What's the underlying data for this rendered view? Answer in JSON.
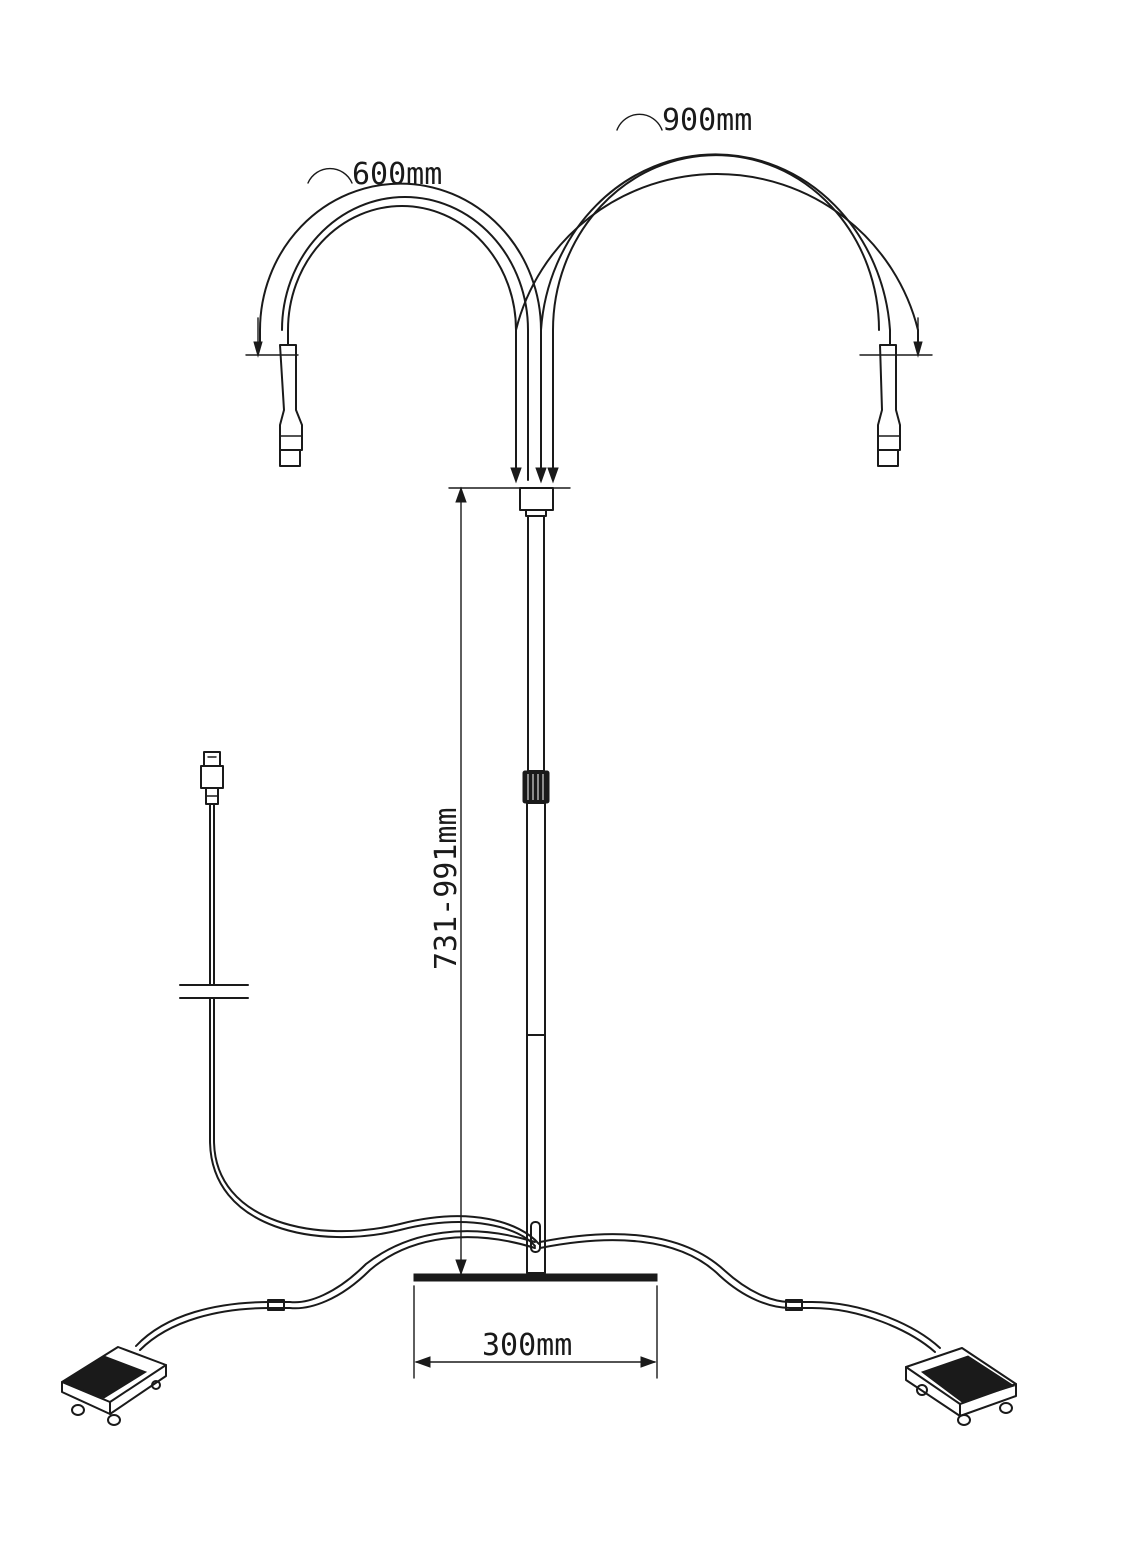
{
  "labels": {
    "arc_short": "600mm",
    "arc_long": "900mm",
    "height_range": "731-991mm",
    "base_width": "300mm"
  },
  "colors": {
    "line": "#1a1a1a",
    "background": "#ffffff"
  }
}
